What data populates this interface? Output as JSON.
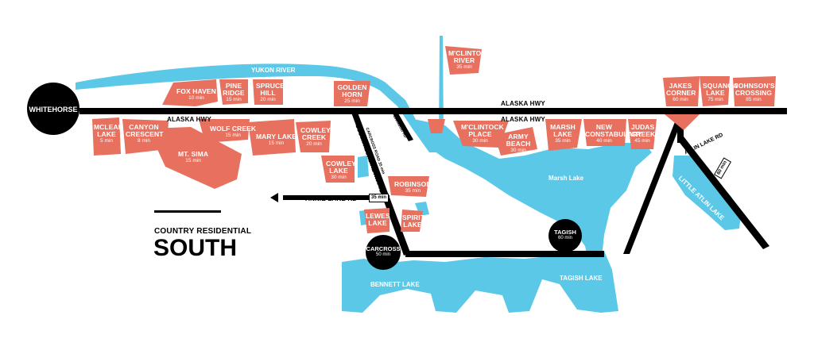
{
  "colors": {
    "water": "#5cc8e8",
    "area": "#e8705f",
    "road": "#000000"
  },
  "legend": {
    "line1": "COUNTRY RESIDENTIAL",
    "line2": "SOUTH"
  },
  "hubs": {
    "whitehorse": {
      "name": "WHITEHORSE"
    },
    "tagish": {
      "name": "TAGISH",
      "time": "60 min"
    },
    "carcross": {
      "name": "CARCROSS",
      "time": "50 min"
    }
  },
  "water_labels": {
    "yukon_river": "YUKON RIVER",
    "marsh_lake": "Marsh Lake",
    "tagish_lake": "TAGISH LAKE",
    "bennett_lake": "BENNETT LAKE",
    "little_atlin_lake": "LITTLE ATLIN LAKE"
  },
  "roads": {
    "alaska_hwy_west": "ALASKA HWY",
    "alaska_hwy_mid": "ALASKA HWY",
    "alaska_hwy_east": "ALASKA HWY",
    "south_klondike": "SOUTH KLONDIKE HWY #2",
    "carcross_note": "CARCROSS ROAD 35 min",
    "annie_lake": "ANNIE LAKE RD",
    "annie_lake_time": "35 min",
    "atlin": "ATLIN LAKE RD",
    "atlin_time": "60 min",
    "small_road": "CARIBOU RD"
  },
  "areas": [
    {
      "name": "FOX HAVEN",
      "time": "10 min"
    },
    {
      "name": "PINE RIDGE",
      "time": "15 min"
    },
    {
      "name": "SPRUCE HILL",
      "time": "20 min"
    },
    {
      "name": "GOLDEN HORN",
      "time": "25 min"
    },
    {
      "name": "M'CLINTOCK RIVER",
      "time": "35 min"
    },
    {
      "name": "MCLEAN LAKE",
      "time": "5 min"
    },
    {
      "name": "CANYON CRESCENT",
      "time": "8 min"
    },
    {
      "name": "MT. SIMA",
      "time": "15 min"
    },
    {
      "name": "WOLF CREEK",
      "time": "15 min"
    },
    {
      "name": "MARY LAKE",
      "time": "15 min"
    },
    {
      "name": "COWLEY CREEK",
      "time": "20 min"
    },
    {
      "name": "COWLEY LAKE",
      "time": "30 min"
    },
    {
      "name": "ROBINSON",
      "time": "35 min"
    },
    {
      "name": "LEWES LAKE",
      "time": ""
    },
    {
      "name": "SPIRIT LAKE",
      "time": ""
    },
    {
      "name": "M'CLINTOCK PLACE",
      "time": "30 min"
    },
    {
      "name": "ARMY BEACH",
      "time": "30 min"
    },
    {
      "name": "MARSH LAKE",
      "time": "35 min"
    },
    {
      "name": "NEW CONSTABULARY",
      "time": "40 min"
    },
    {
      "name": "JUDAS CREEK",
      "time": "45 min"
    },
    {
      "name": "JAKES CORNER",
      "time": "60 min"
    },
    {
      "name": "SQUANGA LAKE",
      "time": "75 min"
    },
    {
      "name": "JOHNSON'S CROSSING",
      "time": "85 min"
    }
  ]
}
